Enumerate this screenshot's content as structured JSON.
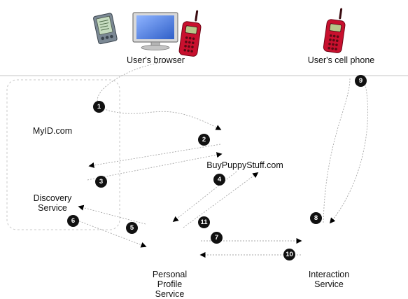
{
  "labels": {
    "users_browser": "User's browser",
    "users_cell_phone": "User's cell phone",
    "myid": "MyID.com",
    "buypuppystuff": "BuyPuppyStuff.com",
    "discovery_line1": "Discovery",
    "discovery_line2": "Service",
    "profile_line1": "Personal",
    "profile_line2": "Profile",
    "profile_line3": "Service",
    "interaction_line1": "Interaction",
    "interaction_line2": "Service"
  },
  "steps": [
    "1",
    "2",
    "3",
    "4",
    "5",
    "6",
    "7",
    "8",
    "9",
    "10",
    "11"
  ],
  "icons": [
    "pda-icon",
    "monitor-icon",
    "cell-phone-icon",
    "server-icon"
  ],
  "colors": {
    "phone_red": "#c8102e",
    "server_dark": "#2b2b2b",
    "badge": "#111111",
    "arrow": "#aaaaaa",
    "screen_blue": "#3d6fd6"
  }
}
